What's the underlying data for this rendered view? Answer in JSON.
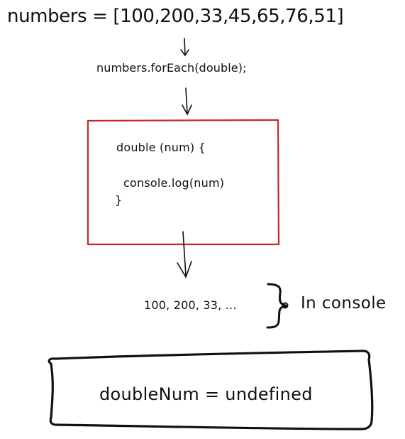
{
  "heading": "numbers = [100,200,33,45,65,76,51]",
  "call_line": "numbers.forEach(double);",
  "function_box": {
    "signature": "double (num) {",
    "body": "console.log(num)",
    "closing": "}"
  },
  "console_output": "100, 200, 33, ...",
  "console_label": "In console",
  "result_box": {
    "text": "doubleNum = undefined"
  },
  "colors": {
    "ink": "#111111",
    "function_border": "#c62828",
    "background": "#ffffff"
  }
}
